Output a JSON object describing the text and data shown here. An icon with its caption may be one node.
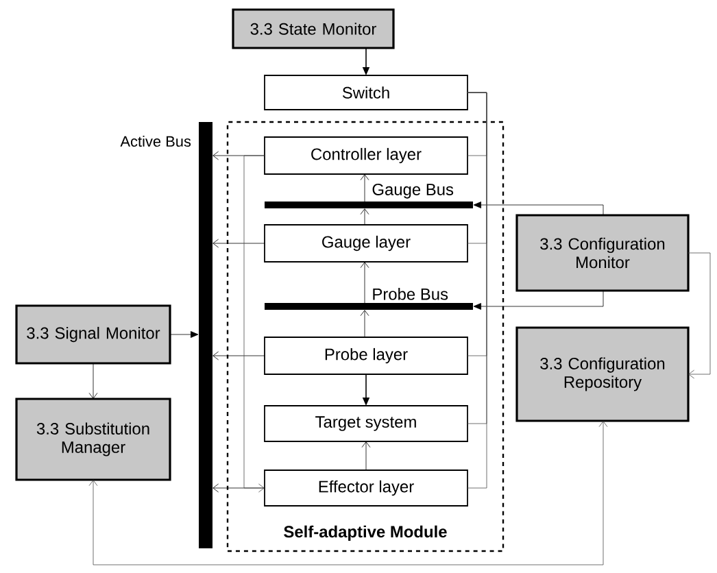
{
  "diagram": {
    "nodes": [
      {
        "text": [
          "3.3 State Monitor"
        ]
      },
      {
        "text": [
          "Switch"
        ]
      },
      {
        "text": [
          "Self-adaptive Module"
        ]
      },
      {
        "text": [
          "Controller layer"
        ],
        "in": 2
      },
      {
        "text": [
          "Gauge layer"
        ],
        "in": 2
      },
      {
        "text": [
          "Probe layer"
        ],
        "in": 2
      },
      {
        "text": [
          "Target system"
        ],
        "in": 2
      },
      {
        "text": [
          "Effector layer"
        ],
        "in": 2
      },
      {
        "text": [
          "Active Bus"
        ]
      },
      {
        "text": [
          "Gauge Bus"
        ],
        "in": 2
      },
      {
        "text": [
          "Probe Bus"
        ],
        "in": 2
      },
      {
        "text": [
          "3.3 Signal Monitor"
        ]
      },
      {
        "text": [
          "3.3 Substitution Manager"
        ]
      },
      {
        "text": [
          "3.3 Configuration Monitor"
        ]
      },
      {
        "text": [
          "3.3 Configuration Repository"
        ]
      }
    ],
    "edges": [
      {
        "from": 0,
        "to": 1,
        "arrow": "to"
      },
      {
        "from": 11,
        "to": 8,
        "arrow": "to"
      },
      {
        "from": 11,
        "to": 12,
        "arrow": "to"
      },
      {
        "from": 3,
        "to": 8,
        "arrow": "to"
      },
      {
        "from": 4,
        "to": 8,
        "arrow": "to"
      },
      {
        "from": 5,
        "to": 8,
        "arrow": "to"
      },
      {
        "from": 7,
        "to": 8,
        "arrow": "to"
      },
      {
        "from": 3,
        "to": 7,
        "arrow": "to"
      },
      {
        "from": 9,
        "to": 3,
        "arrow": "to"
      },
      {
        "from": 4,
        "to": 9,
        "arrow": "to"
      },
      {
        "from": 10,
        "to": 4,
        "arrow": "to"
      },
      {
        "from": 5,
        "to": 10,
        "arrow": "to"
      },
      {
        "from": 5,
        "to": 6,
        "arrow": "to"
      },
      {
        "from": 7,
        "to": 6,
        "arrow": "to"
      },
      {
        "from": 13,
        "to": 9,
        "arrow": "to"
      },
      {
        "from": 13,
        "to": 10,
        "arrow": "to"
      },
      {
        "from": 13,
        "to": 14,
        "arrow": "to"
      },
      {
        "from": 14,
        "to": 12,
        "arrow": "both"
      },
      {
        "from": 1,
        "to": 3,
        "arrow": "none"
      },
      {
        "from": 1,
        "to": 4,
        "arrow": "none"
      },
      {
        "from": 1,
        "to": 5,
        "arrow": "none"
      },
      {
        "from": 1,
        "to": 6,
        "arrow": "none"
      },
      {
        "from": 1,
        "to": 7,
        "arrow": "none"
      }
    ]
  }
}
